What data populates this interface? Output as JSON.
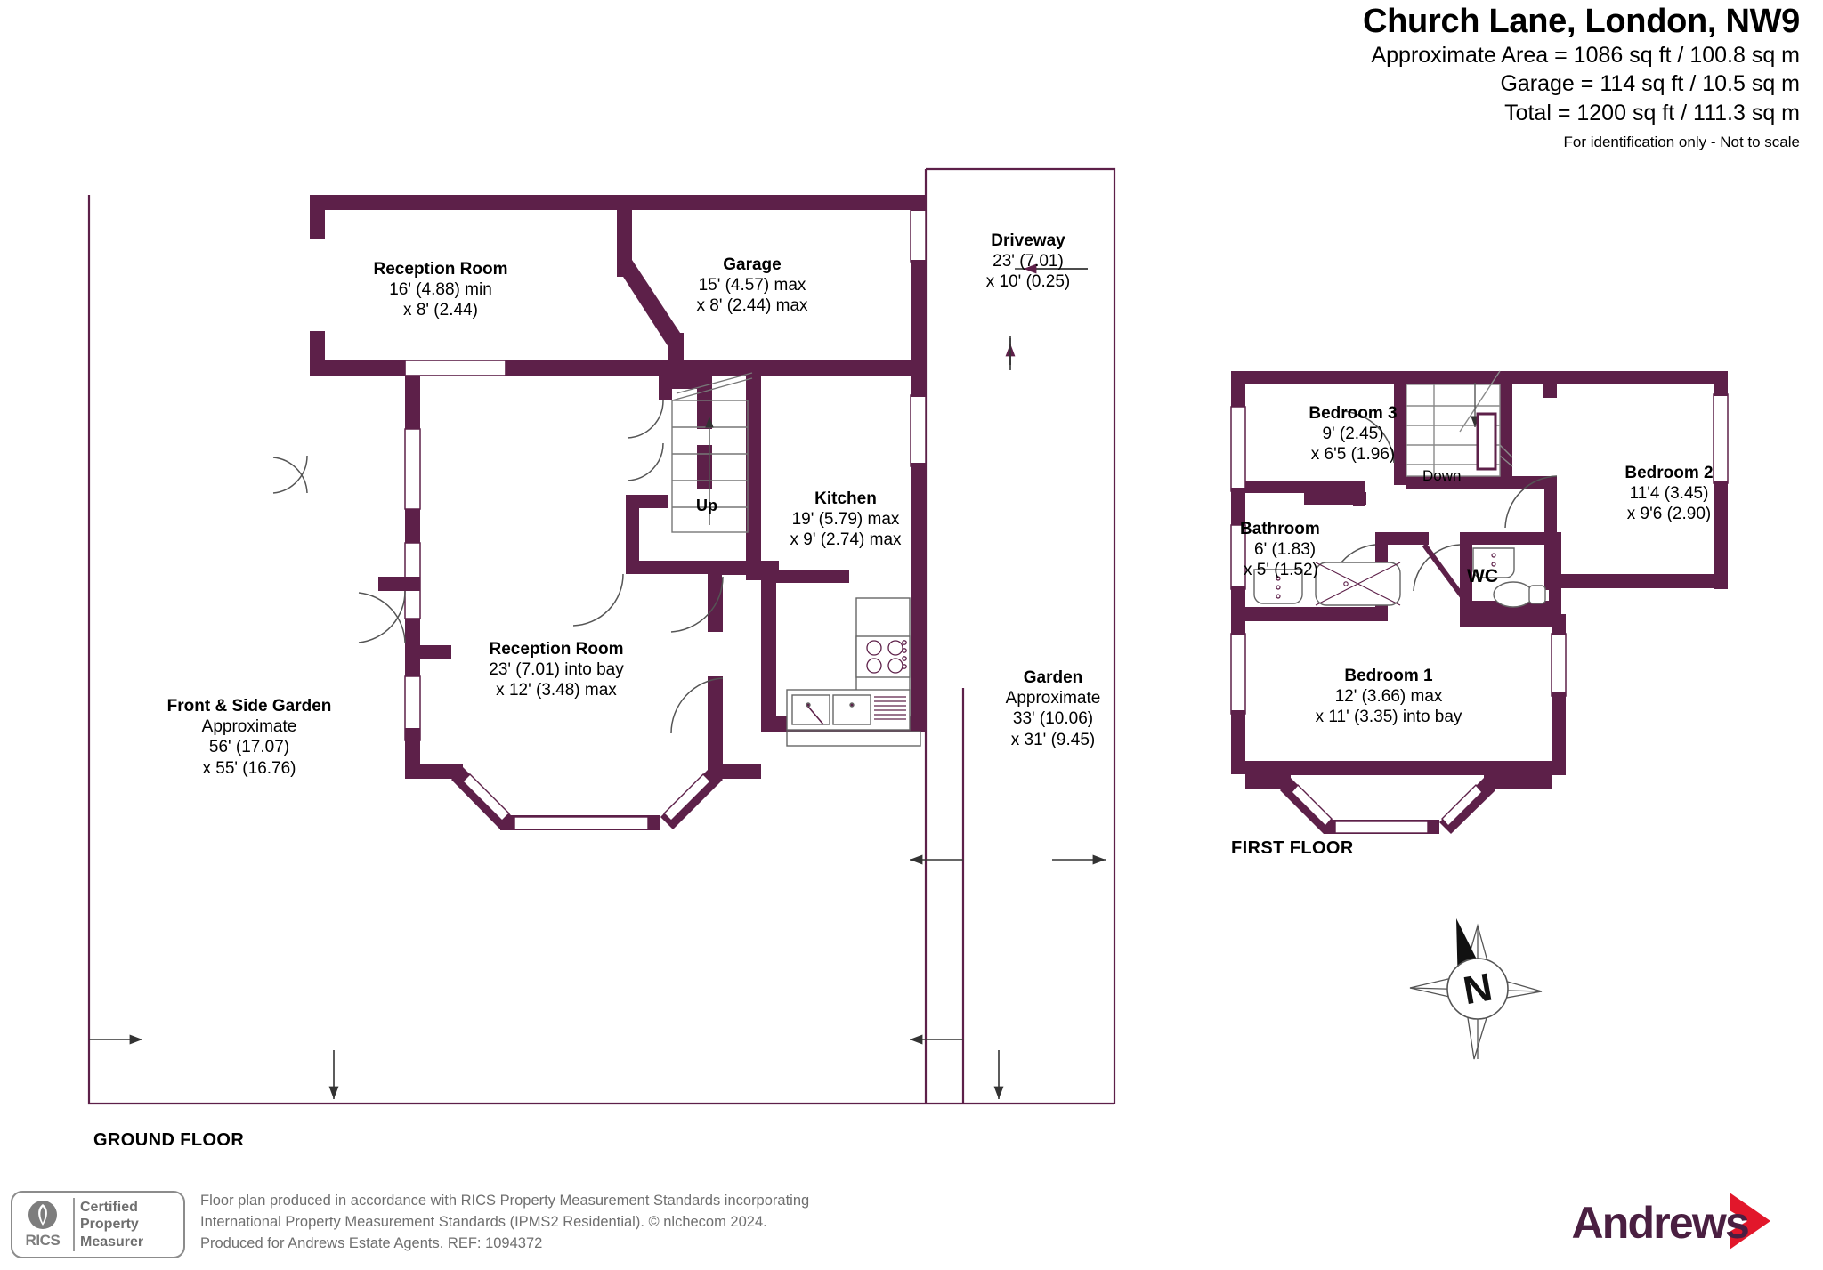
{
  "header": {
    "title": "Church Lane, London, NW9",
    "area_lines": [
      "Approximate Area = 1086 sq ft / 100.8 sq m",
      "Garage = 114 sq ft / 10.5 sq m",
      "Total = 1200 sq ft / 111.3 sq m"
    ],
    "not_to_scale": "For identification only - Not to scale"
  },
  "colors": {
    "wall": "#5d2049",
    "wall_light": "#c8a8bd",
    "thin_line": "#6b6b6b",
    "brand_purple": "#4a1f41",
    "brand_red": "#e2172b",
    "footer_grey": "#6f6f6f"
  },
  "ground_floor": {
    "caption": "GROUND FLOOR",
    "rooms": [
      {
        "name": "Reception Room",
        "dims": [
          "16' (4.88) min",
          "x 8' (2.44)"
        ]
      },
      {
        "name": "Garage",
        "dims": [
          "15' (4.57) max",
          "x 8' (2.44) max"
        ]
      },
      {
        "name": "Driveway",
        "dims": [
          "23' (7.01)",
          "x 10' (0.25)"
        ]
      },
      {
        "name": "Kitchen",
        "dims": [
          "19' (5.79) max",
          "x 9' (2.74) max"
        ]
      },
      {
        "name": "Reception Room",
        "dims": [
          "23' (7.01) into bay",
          "x 12' (3.48) max"
        ]
      },
      {
        "name": "Front & Side Garden",
        "dims": [
          "Approximate",
          "56' (17.07)",
          "x 55' (16.76)"
        ]
      },
      {
        "name": "Garden",
        "dims": [
          "Approximate",
          "33' (10.06)",
          "x 31' (9.45)"
        ]
      }
    ],
    "stair_label": "Up"
  },
  "first_floor": {
    "caption": "FIRST FLOOR",
    "rooms": [
      {
        "name": "Bedroom 3",
        "dims": [
          "9' (2.45)",
          "x 6'5 (1.96)"
        ]
      },
      {
        "name": "Bedroom 2",
        "dims": [
          "11'4 (3.45)",
          "x 9'6 (2.90)"
        ]
      },
      {
        "name": "Bathroom",
        "dims": [
          "6' (1.83)",
          "x 5' (1.52)"
        ]
      },
      {
        "name": "Bedroom 1",
        "dims": [
          "12' (3.66) max",
          "x 11' (3.35) into bay"
        ]
      }
    ],
    "wc_label": "WC",
    "stair_label": "Down"
  },
  "compass": {
    "letter": "N"
  },
  "footer": {
    "rics_mark": "RICS",
    "rics_lines": [
      "Certified",
      "Property",
      "Measurer"
    ],
    "disclaimer": [
      "Floor plan produced in accordance with RICS Property Measurement Standards incorporating",
      "International Property Measurement Standards (IPMS2 Residential).   © nlchecom 2024.",
      "Produced for Andrews Estate Agents.   REF:  1094372"
    ],
    "brand": "Andrews"
  }
}
